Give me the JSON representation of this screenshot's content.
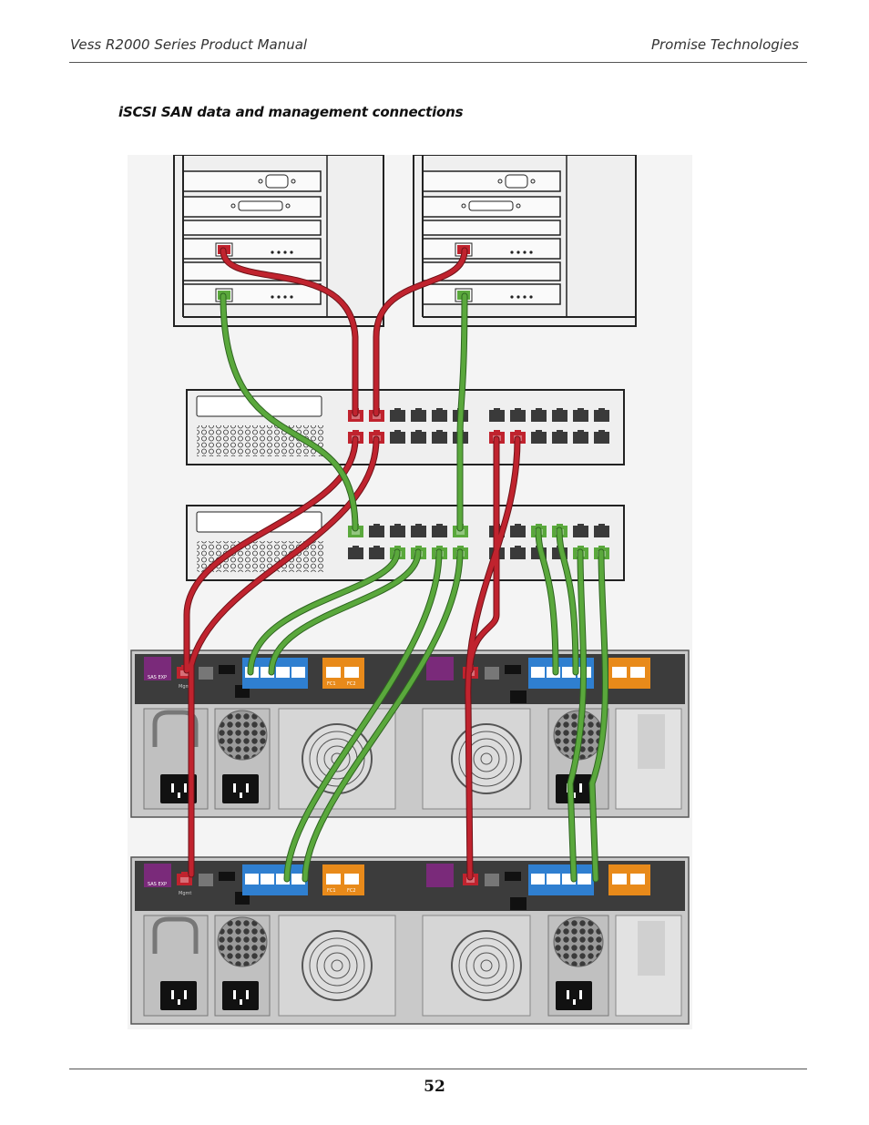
{
  "header": {
    "left": "Vess R2000 Series Product Manual",
    "right": "Promise Technologies"
  },
  "figure": {
    "caption": "iSCSI SAN data and management connections",
    "port_labels": {
      "sas_expansion": "SAS EXP",
      "mgmt": "Mgmt",
      "fc1": "FC1",
      "fc2": "FC2"
    },
    "colors": {
      "data_cable": "#5aa83c",
      "management_cable": "#c0232e",
      "iscsi_panel": "#2f7fd0",
      "fc_panel": "#e88a1a",
      "sas_panel": "#7a2a7a"
    }
  },
  "footer": {
    "page_number": "52"
  }
}
